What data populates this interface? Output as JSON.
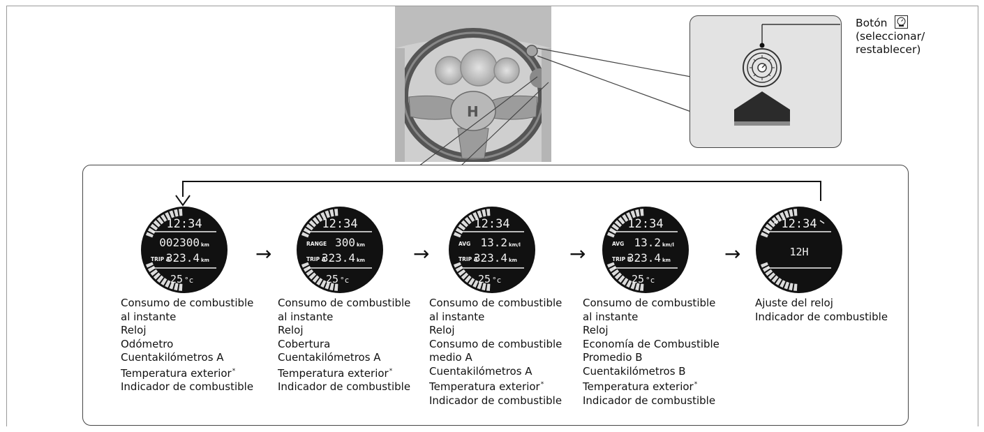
{
  "callout": {
    "button_label": "Botón",
    "button_desc_line1": "(seleccionar/",
    "button_desc_line2": "restablecer)",
    "button_icon": "odometer-button-icon"
  },
  "sequence_arrow": "→",
  "displays": [
    {
      "clock": "12:34",
      "rows": [
        {
          "label": "",
          "value": "002300",
          "unit": "km"
        },
        {
          "label": "TRIP A",
          "value": "323.4",
          "unit": "km"
        }
      ],
      "temp": "25",
      "temp_unit": "°c",
      "caption": [
        "Consumo de combustible",
        "al instante",
        "Reloj",
        "Odómetro",
        "Cuentakilómetros A",
        "Temperatura exterior",
        "Indicador de combustible"
      ]
    },
    {
      "clock": "12:34",
      "rows": [
        {
          "label": "RANGE",
          "value": "300",
          "unit": "km"
        },
        {
          "label": "TRIP A",
          "value": "323.4",
          "unit": "km"
        }
      ],
      "temp": "25",
      "temp_unit": "°c",
      "caption": [
        "Consumo de combustible",
        "al instante",
        "Reloj",
        "Cobertura",
        "Cuentakilómetros A",
        "Temperatura exterior",
        "Indicador de combustible"
      ]
    },
    {
      "clock": "12:34",
      "rows": [
        {
          "label": "AVG",
          "value": "13.2",
          "unit": "km/l"
        },
        {
          "label": "TRIP A",
          "value": "323.4",
          "unit": "km"
        }
      ],
      "temp": "25",
      "temp_unit": "°c",
      "caption": [
        "Consumo de combustible",
        "al instante",
        "Reloj",
        "Consumo de combustible",
        "medio A",
        "Cuentakilómetros A",
        "Temperatura exterior",
        "Indicador de combustible"
      ]
    },
    {
      "clock": "12:34",
      "rows": [
        {
          "label": "AVG",
          "value": "13.2",
          "unit": "km/l"
        },
        {
          "label": "TRIP  B",
          "value": "323.4",
          "unit": "km"
        }
      ],
      "temp": "25",
      "temp_unit": "°c",
      "caption": [
        "Consumo de combustible",
        "al instante",
        "Reloj",
        "Economía de Combustible",
        "Promedio B",
        "Cuentakilómetros B",
        "Temperatura exterior",
        "Indicador de combustible"
      ]
    },
    {
      "clock": "12:34",
      "mode": "12H",
      "caption": [
        "Ajuste del reloj",
        "Indicador de combustible"
      ]
    }
  ],
  "asterisk": "*",
  "colors": {
    "lcd_bg": "#111111",
    "lcd_text": "#f2f2f2",
    "photo_bg": "#cfcfcf",
    "callout_bg": "#e3e3e3",
    "arrow_gray": "#777777",
    "border": "#444444"
  }
}
